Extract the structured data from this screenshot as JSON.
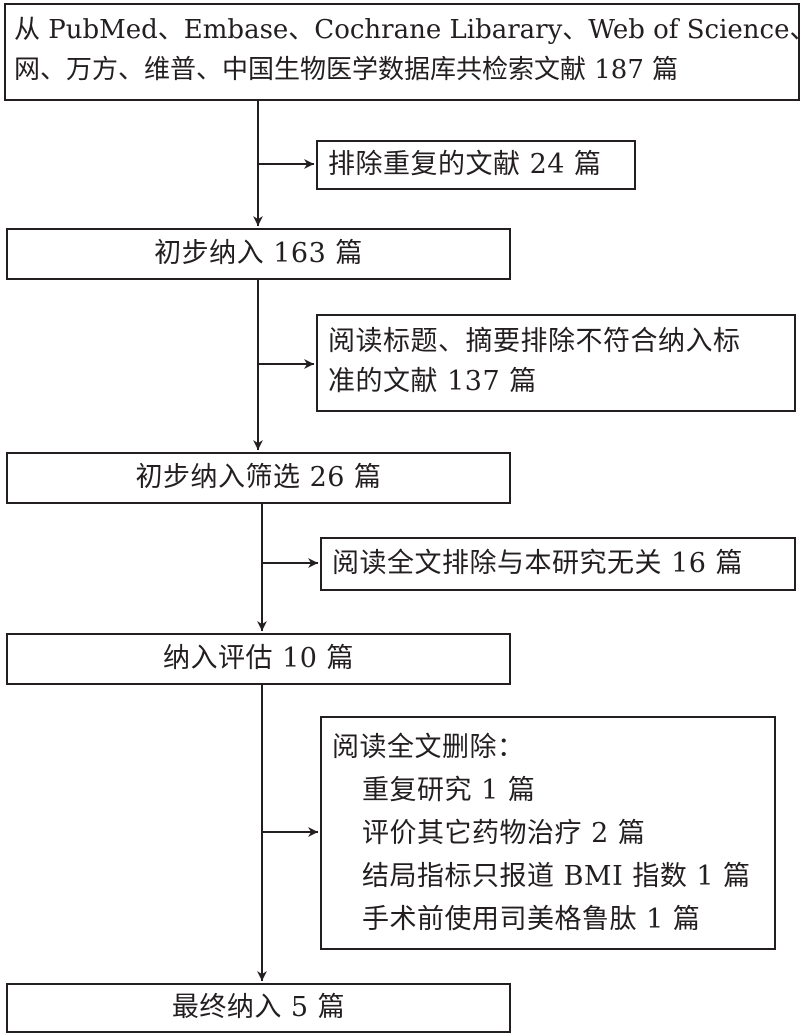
{
  "flow": {
    "search": {
      "line1": "从 PubMed、Embase、Cochrane Libarary、Web of Science、知",
      "line2": "网、万方、维普、中国生物医学数据库共检索文献 187 篇"
    },
    "exclude_duplicates": "排除重复的文献 24 篇",
    "initial_inclusion": "初步纳入 163 篇",
    "exclude_title_abstract": {
      "line1": "阅读标题、摘要排除不符合纳入标",
      "line2": "准的文献 137 篇"
    },
    "initial_screening": "初步纳入筛选 26 篇",
    "exclude_fulltext": "阅读全文排除与本研究无关 16 篇",
    "assessment": "纳入评估 10 篇",
    "fulltext_deletion": {
      "heading": "阅读全文删除：",
      "items": [
        "重复研究 1 篇",
        "评价其它药物治疗 2 篇",
        "结局指标只报道 BMI 指数 1 篇",
        "手术前使用司美格鲁肽 1 篇"
      ]
    },
    "final_inclusion": "最终纳入 5 篇"
  },
  "colors": {
    "line": "#231f20",
    "background": "#ffffff"
  }
}
